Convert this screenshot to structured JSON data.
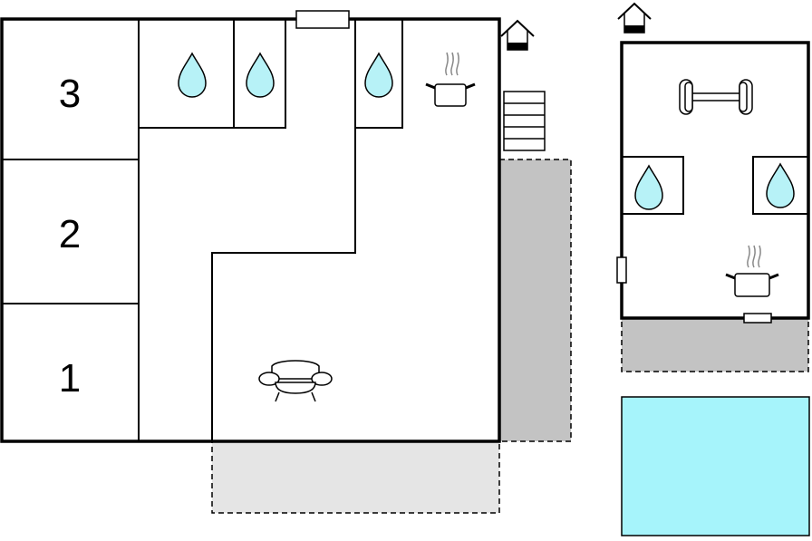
{
  "colors": {
    "water": "#b7f2f7",
    "pool": "#a6f4fb",
    "covered_terrace": "#c3c3c3",
    "open_terrace": "#e5e5e5",
    "wall": "#000000"
  },
  "rooms": [
    {
      "label": "3"
    },
    {
      "label": "2"
    },
    {
      "label": "1"
    }
  ],
  "icons": {
    "main_house": [
      "water-drop-icon",
      "water-drop-icon",
      "water-drop-icon",
      "cooking-pot-icon",
      "armchair-icon",
      "staircase-icon",
      "entrance-house-icon"
    ],
    "annex": [
      "dumbbell-icon",
      "water-drop-icon",
      "water-drop-icon",
      "cooking-pot-icon",
      "entrance-house-icon"
    ],
    "outdoor": [
      "swimming-pool",
      "covered-terrace",
      "open-terrace"
    ]
  }
}
